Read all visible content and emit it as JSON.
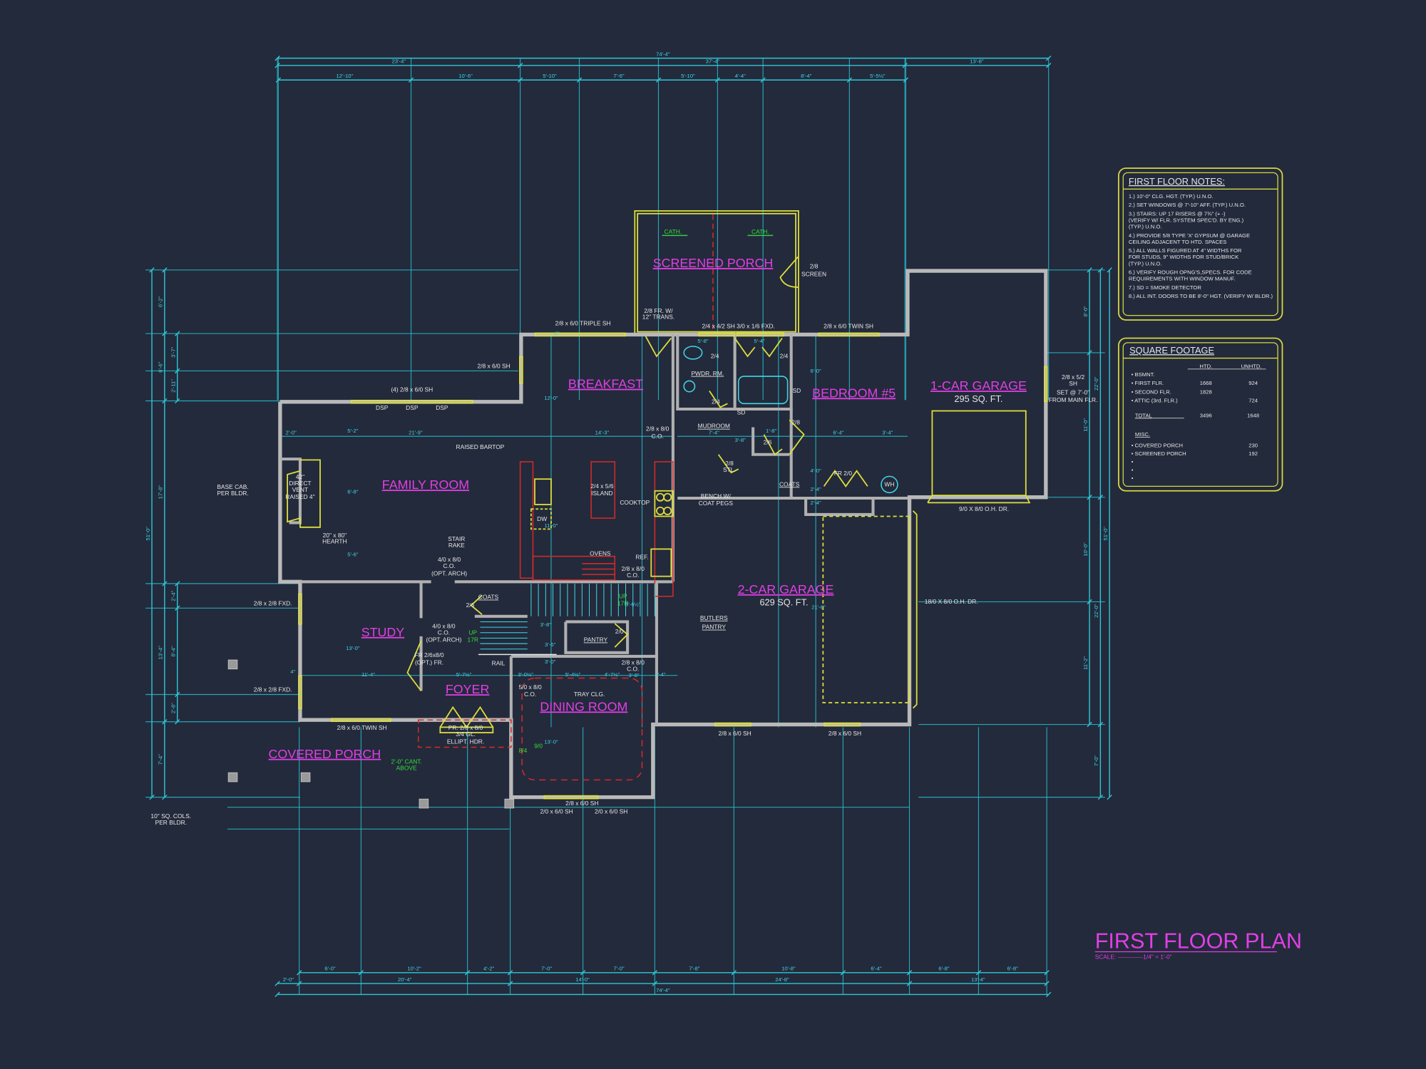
{
  "title_block": {
    "title": "FIRST FLOOR PLAN",
    "scale": "SCALE: -------------1/4\" = 1'-0\""
  },
  "rooms": {
    "screened_porch": "SCREENED PORCH",
    "breakfast": "BREAKFAST",
    "bedroom_5": "BEDROOM #5",
    "one_car_garage": "1-CAR GARAGE",
    "one_car_garage_area": "295 SQ. FT.",
    "family_room": "FAMILY ROOM",
    "two_car_garage": "2-CAR GARAGE",
    "two_car_garage_area": "629 SQ. FT.",
    "study": "STUDY",
    "foyer": "FOYER",
    "dining_room": "DINING ROOM",
    "covered_porch": "COVERED PORCH",
    "pwdr_rm": "PWDR. RM.",
    "mudroom": "MUDROOM",
    "pantry": "PANTRY",
    "butlers_pantry_1": "BUTLERS",
    "butlers_pantry_2": "PANTRY",
    "coats_1": "COATS",
    "coats_2": "COATS"
  },
  "plan_notes": [
    "2/8 x 6/0 TRIPLE SH",
    "2/8 FR. W/",
    "12\" TRANS.",
    "2/4 x 4/2 SH  3/0 x 1/6 FXD.",
    "2/8 x 6/0 TWIN SH",
    "2/8",
    "SCREEN",
    "2/8 x 6/0 SH",
    "(4) 2/8 x 6/0 SH",
    "DSP",
    "DSP",
    "DSP",
    "RAISED BARTOP",
    "2/8 x 8/0",
    "C.O.",
    "2/4 x 5/6",
    "ISLAND",
    "COOKTOP",
    "BENCH W/",
    "COAT PEGS",
    "2/8",
    "STL.",
    "FR 2/0",
    "WH",
    "2/4",
    "2/4",
    "2/4",
    "SD",
    "SD",
    "2/8",
    "2/6",
    "9/0 X 8/0 O.H. DR.",
    "18/0 X 8/0 O.H. DR.",
    "2/8 x 5/2",
    "SH",
    "SET @ 7'-0\"",
    "FROM MAIN FLR.",
    "BASE CAB.",
    "PER BLDR.",
    "42\"",
    "DIRECT",
    "VENT",
    "RAISED 4\"",
    "20\" x 80\"",
    "HEARTH",
    "STAIR",
    "RAKE",
    "4/0 x 8/0",
    "C.O.",
    "(OPT. ARCH)",
    "OVENS",
    "REF.",
    "2/8 x 8/0",
    "C.O.",
    "2/6",
    "4/0 x 8/0",
    "C.O.",
    "(OPT. ARCH)",
    "FR 2/6x8/0",
    "(OPT.) FR.",
    "RAIL",
    "2/0",
    "2/8 x 8/0",
    "C.O.",
    "5/0 x 8/0",
    "C.O.",
    "TRAY CLG.",
    "2/8 x 2/8 FXD.",
    "2/8 x 2/8 FXD.",
    "2/8 x 6/0 TWIN SH",
    "PR. 2/8 x 8/0",
    "3/4 GL.",
    "ELLIPT. HDR.",
    "2/8 x 6/0 SH",
    "2/8 x 6/0 SH",
    "2/8 x 6/0 SH",
    "2/0 x 6/0 SH",
    "2/0 x 6/0 SH",
    "10\" SQ. COLS.",
    "PER BLDR.",
    "DW"
  ],
  "green_notes": [
    "CATH.",
    "CATH.",
    "UP",
    "17R",
    "UP",
    "17R",
    "2'-0\" CANT.",
    "ABOVE",
    "8/4",
    "9/0"
  ],
  "interior_dims": [
    "2'-0\"",
    "21'-9\"",
    "14'-3\"",
    "5'-2\"",
    "6'-8\"",
    "5'-6\"",
    "12'-0\"",
    "11'-0\"",
    "5'-8\"",
    "5'-4\"",
    "6'-0\"",
    "7'-4\"",
    "3'-8\"",
    "1'-8\"",
    "6'-4\"",
    "3'-4\"",
    "4'-0\"",
    "2'-4\"",
    "2'-4\"",
    "3'-6½\"",
    "3'-8\"",
    "3'-6\"",
    "3'-0\"",
    "11'-4\"",
    "5'-7½\"",
    "3'-0½\"",
    "5'-4½\"",
    "4'-7½\"",
    "3'-8\"",
    "2'-4\"",
    "13'-0\"",
    "13'-0\"",
    "4\"",
    "21'-6\"",
    "4\""
  ],
  "dimensions": {
    "top_overall": [
      "74'-4\""
    ],
    "top_mid": [
      "23'-4\"",
      "37'-4\"",
      "13'-8\""
    ],
    "top_detail": [
      "12'-10\"",
      "10'-6\"",
      "5'-10\"",
      "7'-6\"",
      "5'-10\"",
      "4'-4\"",
      "8'-4\"",
      "5'-5½\""
    ],
    "bottom_detail": [
      "6'-0\"",
      "10'-2\"",
      "4'-2\"",
      "7'-0\"",
      "7'-0\"",
      "7'-8\"",
      "10'-8\"",
      "6'-4\"",
      "6'-8\"",
      "6'-8\""
    ],
    "bottom_mid": [
      "2'-0\"",
      "20'-4\"",
      "14'-0\"",
      "24'-8\"",
      "13'-4\""
    ],
    "bottom_overall": [
      "74'-4\""
    ],
    "left_overall": [
      "51'-0\""
    ],
    "left_mid": [
      "6'-2\"",
      "6'-6\"",
      "17'-8\"",
      "13'-4\"",
      "7'-4\""
    ],
    "left_inner_a": [
      "3'-7\"",
      "2'-11\""
    ],
    "left_inner_b": [
      "2'-4\"",
      "8'-4\"",
      "2'-8\""
    ],
    "right_inner": [
      "8'-0\"",
      "11'-0\"",
      "10'-0\"",
      "11'-2\""
    ],
    "right_mid": [
      "22'-0\"",
      "22'-0\"",
      "7'-0\""
    ],
    "right_overall": [
      "51'-0\""
    ]
  },
  "floor_notes": {
    "heading": "FIRST FLOOR NOTES:",
    "lines": [
      "1.) 10'-0\"  CLG. HGT. (TYP.) U.N.O.",
      "2.) SET WINDOWS @ 7'-10\" AFF. (TYP.) U.N.O.",
      "3.) STAIRS: UP 17 RISERS @ 7¾\" (+ -)",
      "     (VERIFY W/ FLR. SYSTEM SPEC'D. BY ENG.)",
      "     (TYP.) U.N.O.",
      "4.) PROVIDE 5/8 TYPE 'X' GYPSUM @ GARAGE",
      "     CEILING ADJACENT TO HTD. SPACES",
      "5.) ALL WALLS FIGURED AT 4\" WIDTHS FOR",
      "     FOR STUDS, 9\" WIDTHS FOR STUD/BRICK",
      "     (TYP.) U.N.O.",
      "6.) VERIFY ROUGH OPNG'S,SPECS. FOR CODE",
      "     REQUIREMENTS WITH WINDOW MANUF.",
      "7.) SD = SMOKE DETECTOR",
      "8.) ALL INT. DOORS TO BE 8'-0\" HGT. (VERIFY W/ BLDR.)"
    ]
  },
  "square_footage": {
    "heading": "SQUARE FOOTAGE",
    "col_htd": "HTD.",
    "col_unhtd": "UNHTD.",
    "rows": [
      {
        "label": "• BSMNT.",
        "htd": "",
        "unhtd": ""
      },
      {
        "label": "• FIRST FLR.",
        "htd": "1668",
        "unhtd": "924"
      },
      {
        "label": "• SECOND FLR.",
        "htd": "1828",
        "unhtd": ""
      },
      {
        "label": "• ATTIC (3rd. FLR.)",
        "htd": "",
        "unhtd": "724"
      }
    ],
    "total": {
      "label": "TOTAL",
      "htd": "3496",
      "unhtd": "1648"
    },
    "misc_heading": "MISC.",
    "misc": [
      {
        "label": "• COVERED PORCH",
        "unhtd": "230"
      },
      {
        "label": "• SCREENED PORCH",
        "unhtd": "192"
      },
      {
        "label": "•",
        "unhtd": ""
      },
      {
        "label": "•",
        "unhtd": ""
      },
      {
        "label": "•",
        "unhtd": ""
      }
    ]
  },
  "colors": {
    "background": "#232a3b",
    "dimension": "#2cc8d8",
    "wall": "#b9b9b9",
    "window_door": "#dede3c",
    "room_label": "#e23ee6",
    "cabinet": "#d42a2a",
    "green_note": "#33e03a"
  }
}
